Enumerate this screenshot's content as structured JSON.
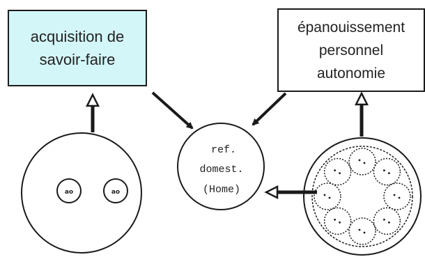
{
  "boxes": {
    "left": {
      "lines": [
        "acquisition de",
        "savoir-faire"
      ],
      "fill": "#d3f6f8"
    },
    "right": {
      "lines": [
        "épanouissement",
        "personnel",
        "autonomie"
      ],
      "fill": "#ffffff"
    }
  },
  "home": {
    "lines": [
      "ref.",
      "domest.",
      "(Home)"
    ]
  },
  "left_circle": {
    "small_circle_labels": [
      "ao",
      "ao"
    ]
  },
  "colors": {
    "stroke": "#1a1a1a",
    "text": "#222222",
    "accent_box": "#d3f6f8"
  }
}
